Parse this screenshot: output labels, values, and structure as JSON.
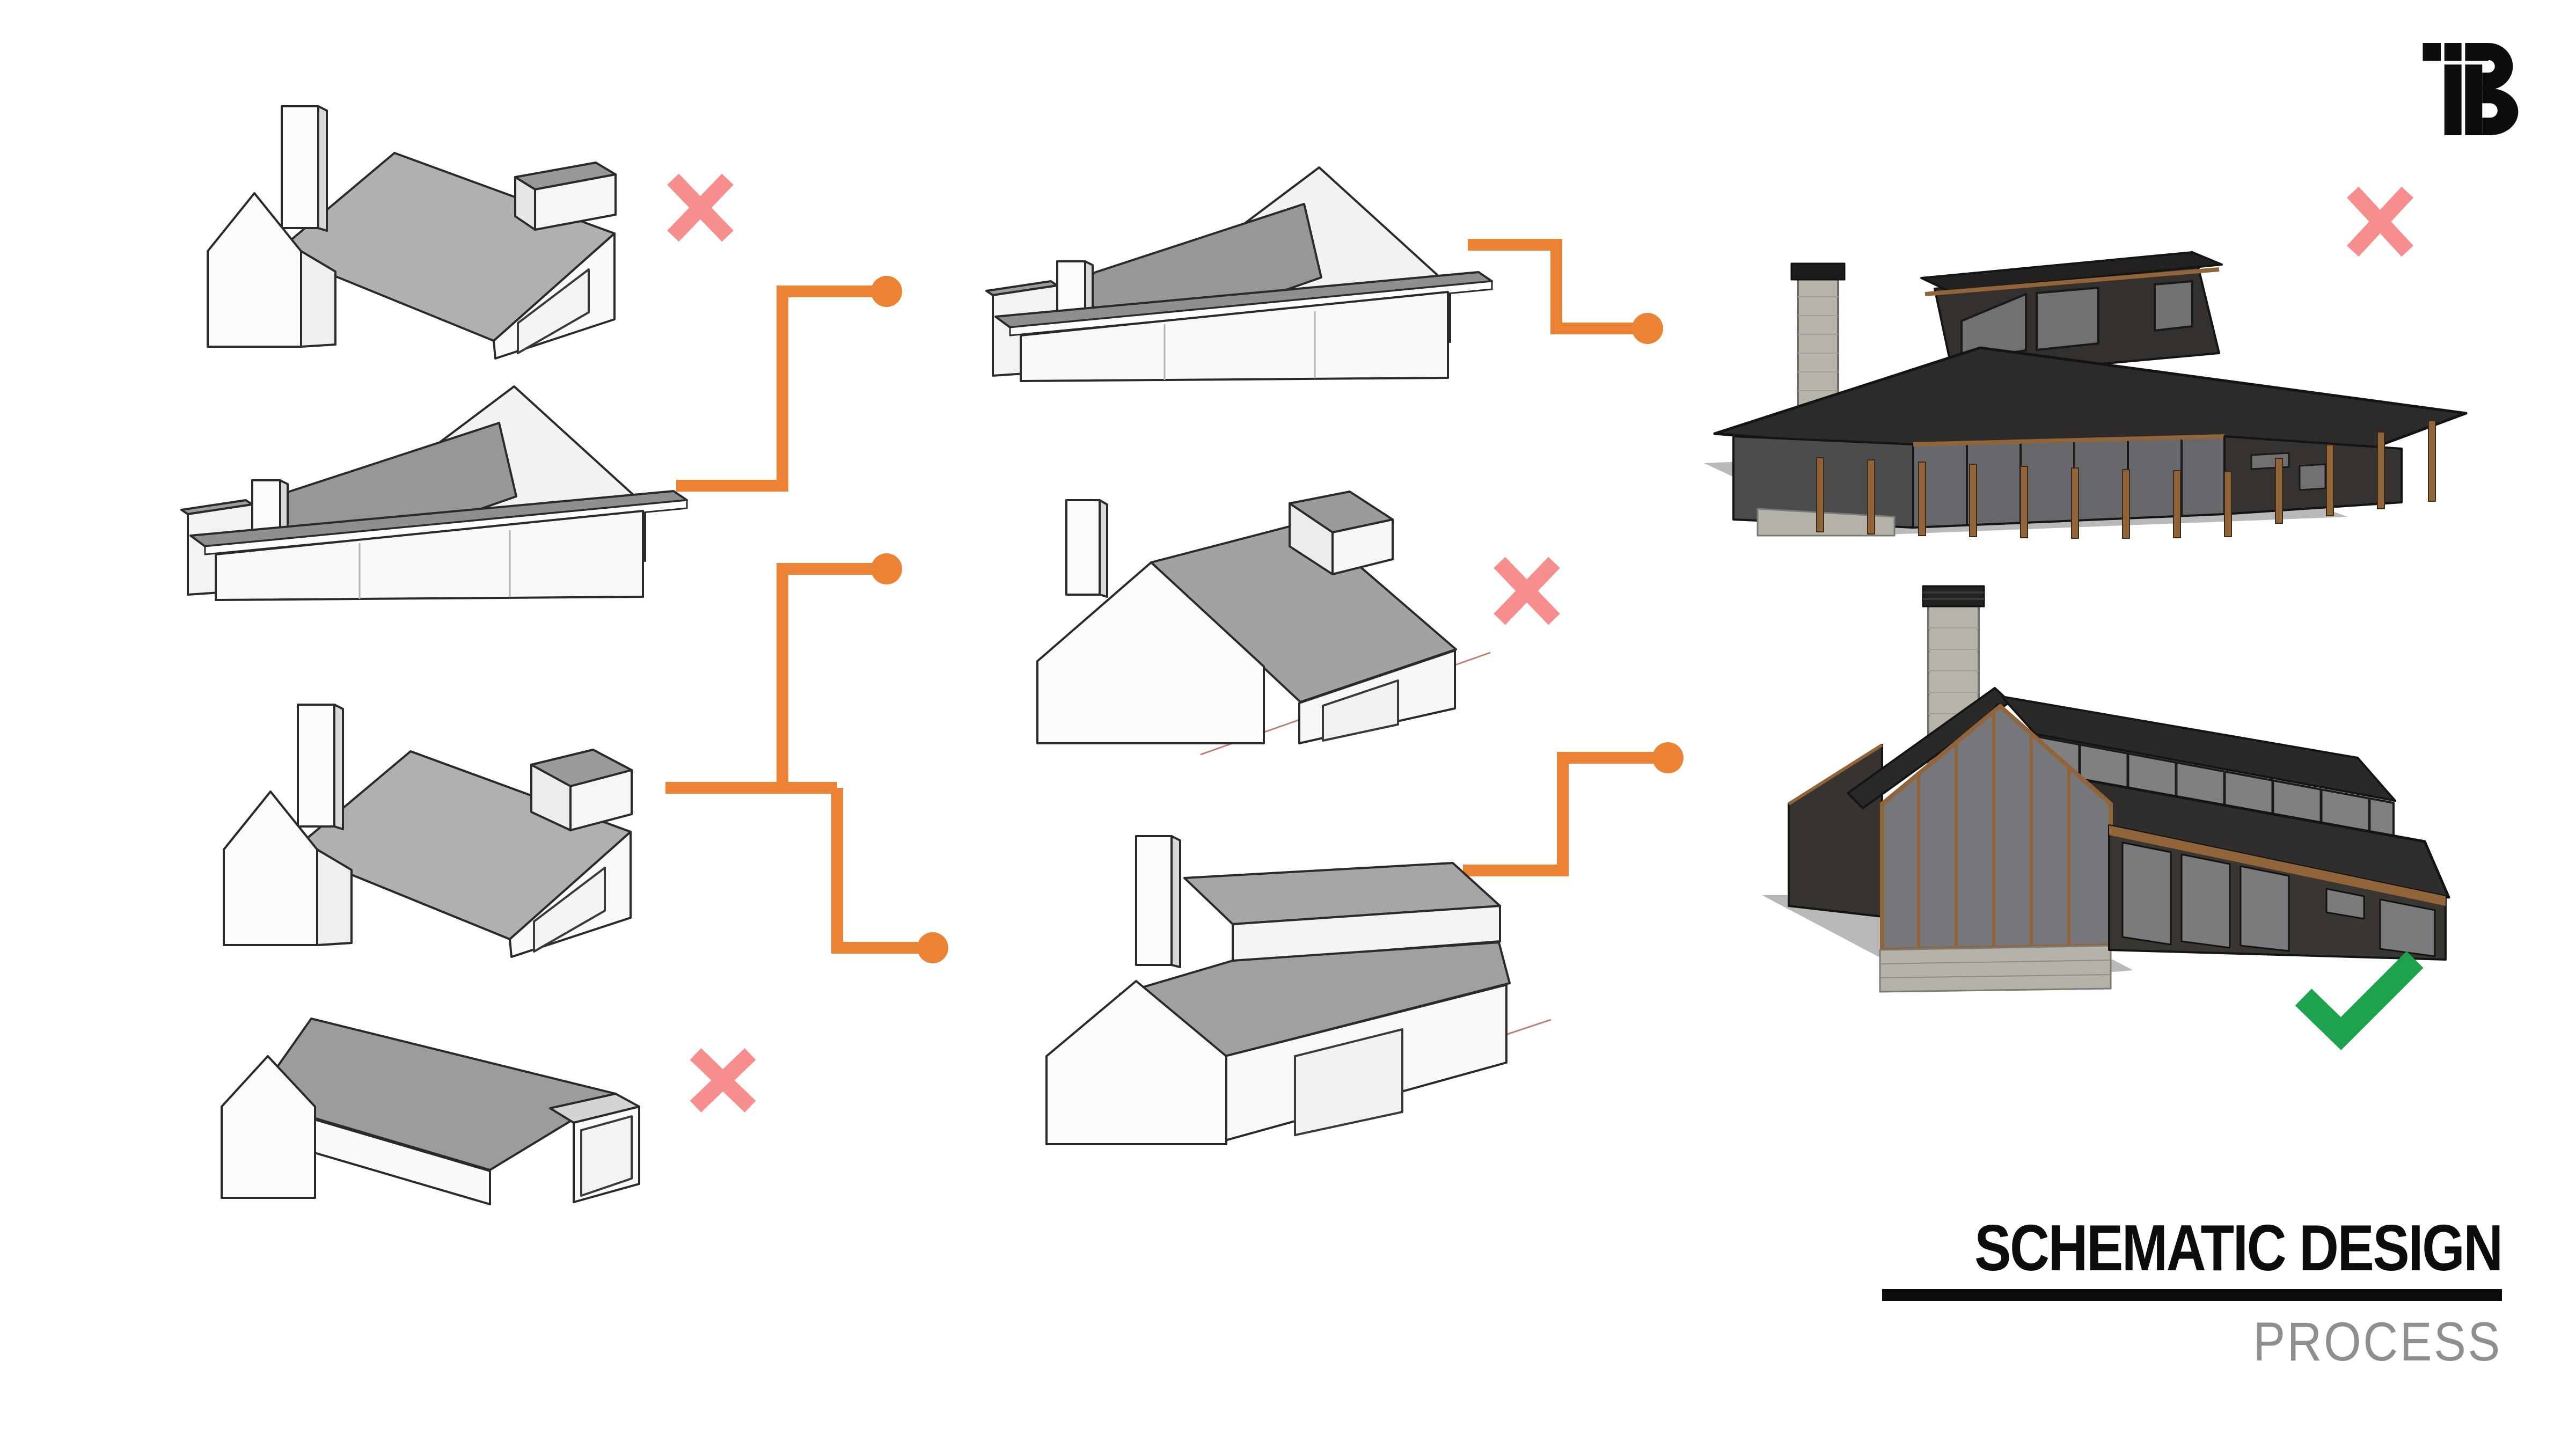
{
  "logo": {
    "text": "TB"
  },
  "footer": {
    "title": "SCHEMATIC DESIGN",
    "subtitle": "PROCESS"
  },
  "palette": {
    "accent_orange": "#EB8234",
    "reject_pink": "#F78E8E",
    "approve_green": "#1EA24D",
    "massing_roof_gray": "#A0A0A0",
    "massing_wall_white": "#FAFAFA",
    "render_dark": "#302E2C",
    "wood_brown": "#91643A",
    "stone_gray": "#B7B4AC",
    "shadow_gray": "#B9B9B9"
  },
  "diagram": {
    "left_options": [
      {
        "id": "massing-option-1",
        "status": "rejected",
        "mark": "x"
      },
      {
        "id": "massing-option-2",
        "status": "advanced",
        "mark": null
      },
      {
        "id": "massing-option-3",
        "status": "advanced",
        "mark": null
      },
      {
        "id": "massing-option-4",
        "status": "rejected",
        "mark": "x"
      }
    ],
    "refined_options": [
      {
        "id": "refined-option-1",
        "status": "advanced",
        "mark": null
      },
      {
        "id": "refined-option-2",
        "status": "rejected",
        "mark": "x"
      },
      {
        "id": "refined-option-3",
        "status": "advanced",
        "mark": null
      }
    ],
    "rendered_options": [
      {
        "id": "render-option-1",
        "status": "rejected",
        "mark": "x"
      },
      {
        "id": "render-option-2",
        "status": "selected",
        "mark": "check"
      }
    ],
    "connections": [
      {
        "from": "massing-option-2",
        "to": "refined-option-1"
      },
      {
        "from": "massing-option-3",
        "to": "refined-option-2"
      },
      {
        "from": "massing-option-3",
        "to": "refined-option-3"
      },
      {
        "from": "refined-option-1",
        "to": "render-option-1"
      },
      {
        "from": "refined-option-3",
        "to": "render-option-2"
      }
    ]
  }
}
